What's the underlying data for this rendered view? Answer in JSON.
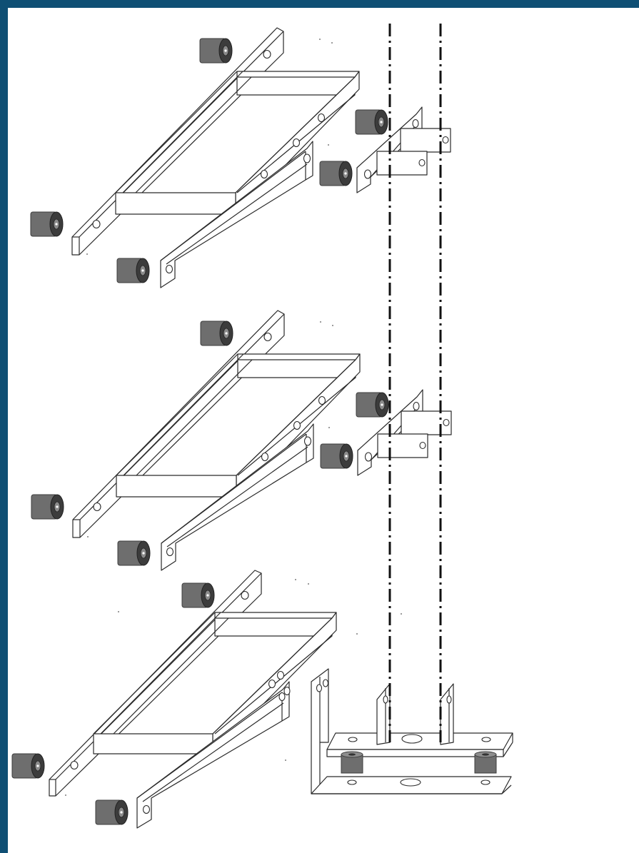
{
  "colors": {
    "frame": "#0f4f74",
    "background": "#ffffff",
    "line": "#2a2a2a",
    "plate_face": "#ffffff",
    "damper_body": "#6e6e6e",
    "damper_dark": "#3c3c3c"
  },
  "assembly": {
    "tiers": [
      {
        "name": "upper-shelf-assembly"
      },
      {
        "name": "middle-shelf-assembly"
      },
      {
        "name": "lower-shelf-assembly"
      }
    ],
    "guide_lines": [
      {
        "name": "left-dashed-axis"
      },
      {
        "name": "right-dashed-axis"
      }
    ],
    "base_mount": {
      "name": "base-mount-bracket"
    }
  }
}
